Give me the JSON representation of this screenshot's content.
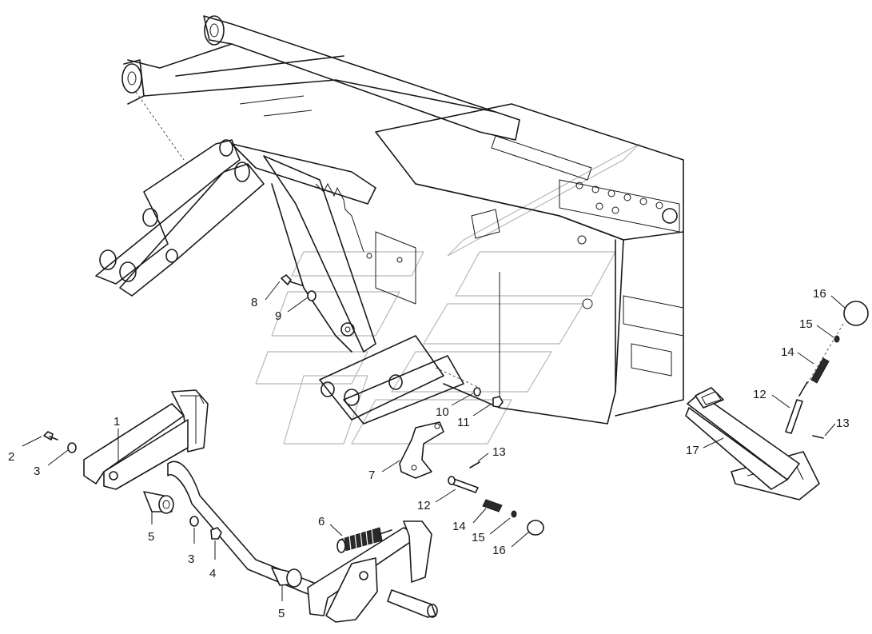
{
  "callouts": [
    {
      "id": "c1",
      "label": "1"
    },
    {
      "id": "c2",
      "label": "2"
    },
    {
      "id": "c3a",
      "label": "3"
    },
    {
      "id": "c3b",
      "label": "3"
    },
    {
      "id": "c4",
      "label": "4"
    },
    {
      "id": "c5a",
      "label": "5"
    },
    {
      "id": "c5b",
      "label": "5"
    },
    {
      "id": "c6",
      "label": "6"
    },
    {
      "id": "c7",
      "label": "7"
    },
    {
      "id": "c8",
      "label": "8"
    },
    {
      "id": "c9",
      "label": "9"
    },
    {
      "id": "c10",
      "label": "10"
    },
    {
      "id": "c11",
      "label": "11"
    },
    {
      "id": "c12a",
      "label": "12"
    },
    {
      "id": "c13a",
      "label": "13"
    },
    {
      "id": "c14a",
      "label": "14"
    },
    {
      "id": "c15a",
      "label": "15"
    },
    {
      "id": "c16a",
      "label": "16"
    },
    {
      "id": "c12b",
      "label": "12"
    },
    {
      "id": "c13b",
      "label": "13"
    },
    {
      "id": "c14b",
      "label": "14"
    },
    {
      "id": "c15b",
      "label": "15"
    },
    {
      "id": "c16b",
      "label": "16"
    },
    {
      "id": "c17",
      "label": "17"
    }
  ]
}
